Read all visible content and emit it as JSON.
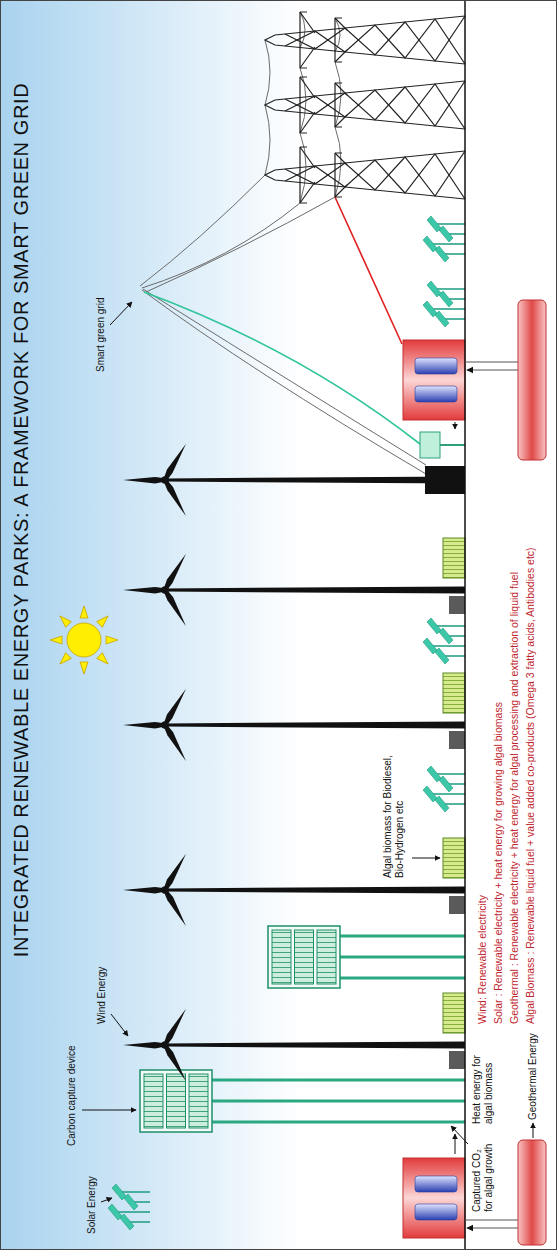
{
  "diagram": {
    "title": "INTEGRATED RENEWABLE ENERGY PARKS: A FRAMEWORK FOR SMART GREEN GRID",
    "labels": [
      "Solar Energy",
      "Carbon capture device",
      "Wind Energy",
      "Heat energy for algal biomass",
      "Captured CO₂ for algal growth",
      "Algal biomass for Biodiesel, Bio-Hydrogen etc",
      "Smart green grid",
      "Geothermal Energy",
      "Wind: Renewable electricity",
      "Solar : Renewable electricity + heat energy for growing algal biomass",
      "Geothermal : Renewable electricity + heat energy for algal processing and extraction of liquid fuel",
      "Algal Biomass : Renewable liquid fuel + value added co-products (Omega 3 fatty acids, Antibodies etc)"
    ]
  }
}
